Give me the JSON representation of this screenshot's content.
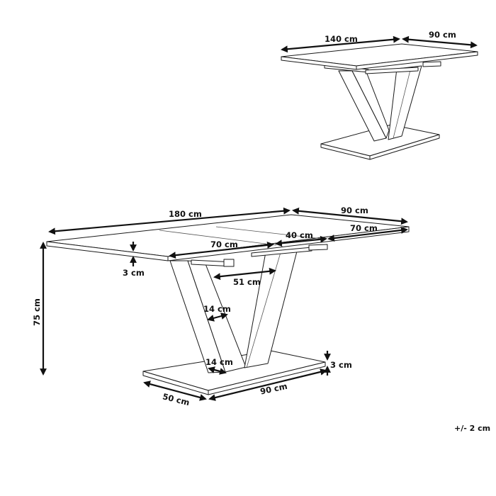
{
  "diagram": {
    "type": "technical-dimension-drawing",
    "subject": "extendable dining table with V-shaped pedestal base",
    "compact_view": {
      "length_label": "140 cm",
      "width_label": "90 cm"
    },
    "extended_view": {
      "length_label": "180 cm",
      "width_label": "90 cm",
      "top_thickness_label": "3 cm",
      "height_label": "75 cm",
      "leaf_left_label": "70 cm",
      "leaf_middle_label": "40 cm",
      "leaf_right_label": "70 cm",
      "leg_gap_label": "51 cm",
      "leg_width_upper_label": "14 cm",
      "leg_width_lower_label": "14 cm",
      "base_thickness_label": "3 cm",
      "base_depth_label": "50 cm",
      "base_length_label": "90 cm"
    },
    "tolerance_label": "+/- 2 cm"
  }
}
